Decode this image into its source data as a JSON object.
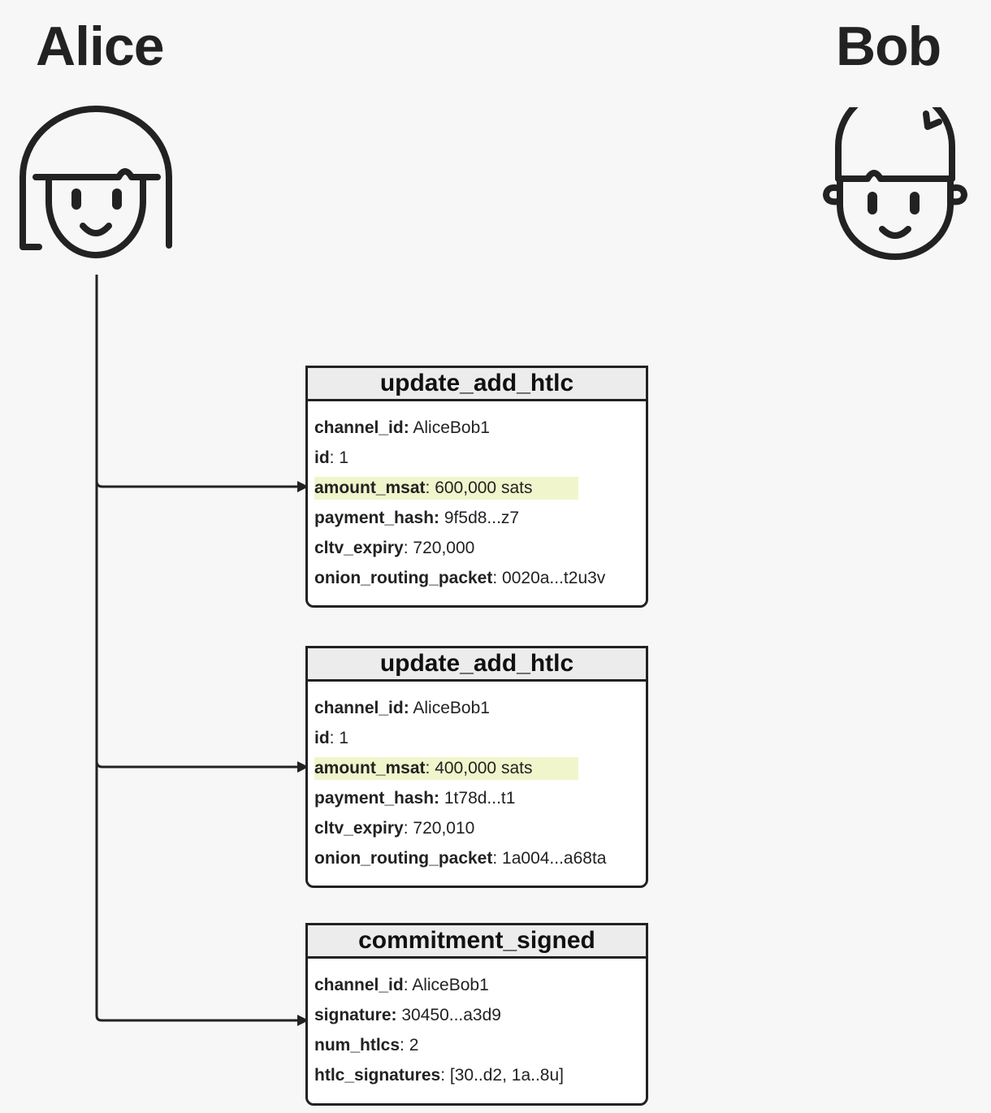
{
  "actors": {
    "alice": "Alice",
    "bob": "Bob"
  },
  "messages": [
    {
      "title": "update_add_htlc",
      "fields": [
        {
          "key": "channel_id:",
          "value": " AliceBob1"
        },
        {
          "key": "id",
          "value": ": 1"
        },
        {
          "key": "amount_msat",
          "value": ": 600,000 sats",
          "highlight": true
        },
        {
          "key": "payment_hash:",
          "value": " 9f5d8...z7"
        },
        {
          "key": "cltv_expiry",
          "value": ": 720,000"
        },
        {
          "key": "onion_routing_packet",
          "value": ": 0020a...t2u3v"
        }
      ]
    },
    {
      "title": "update_add_htlc",
      "fields": [
        {
          "key": "channel_id:",
          "value": " AliceBob1"
        },
        {
          "key": "id",
          "value": ": 1"
        },
        {
          "key": "amount_msat",
          "value": ": 400,000 sats",
          "highlight": true
        },
        {
          "key": "payment_hash:",
          "value": " 1t78d...t1"
        },
        {
          "key": "cltv_expiry",
          "value": ": 720,010"
        },
        {
          "key": "onion_routing_packet",
          "value": ": 1a004...a68ta"
        }
      ]
    },
    {
      "title": "commitment_signed",
      "fields": [
        {
          "key": "channel_id",
          "value": ": AliceBob1"
        },
        {
          "key": "signature:",
          "value": " 30450...a3d9"
        },
        {
          "key": "num_htlcs",
          "value": ": 2"
        },
        {
          "key": "htlc_signatures",
          "value": ": [30..d2, 1a..8u]"
        }
      ]
    }
  ],
  "colors": {
    "ink": "#222222",
    "header_bg": "#ececec",
    "highlight": "#f1f5cc",
    "background": "#f7f7f7"
  },
  "icons": {
    "alice": "girl-face-icon",
    "bob": "boy-face-icon"
  }
}
